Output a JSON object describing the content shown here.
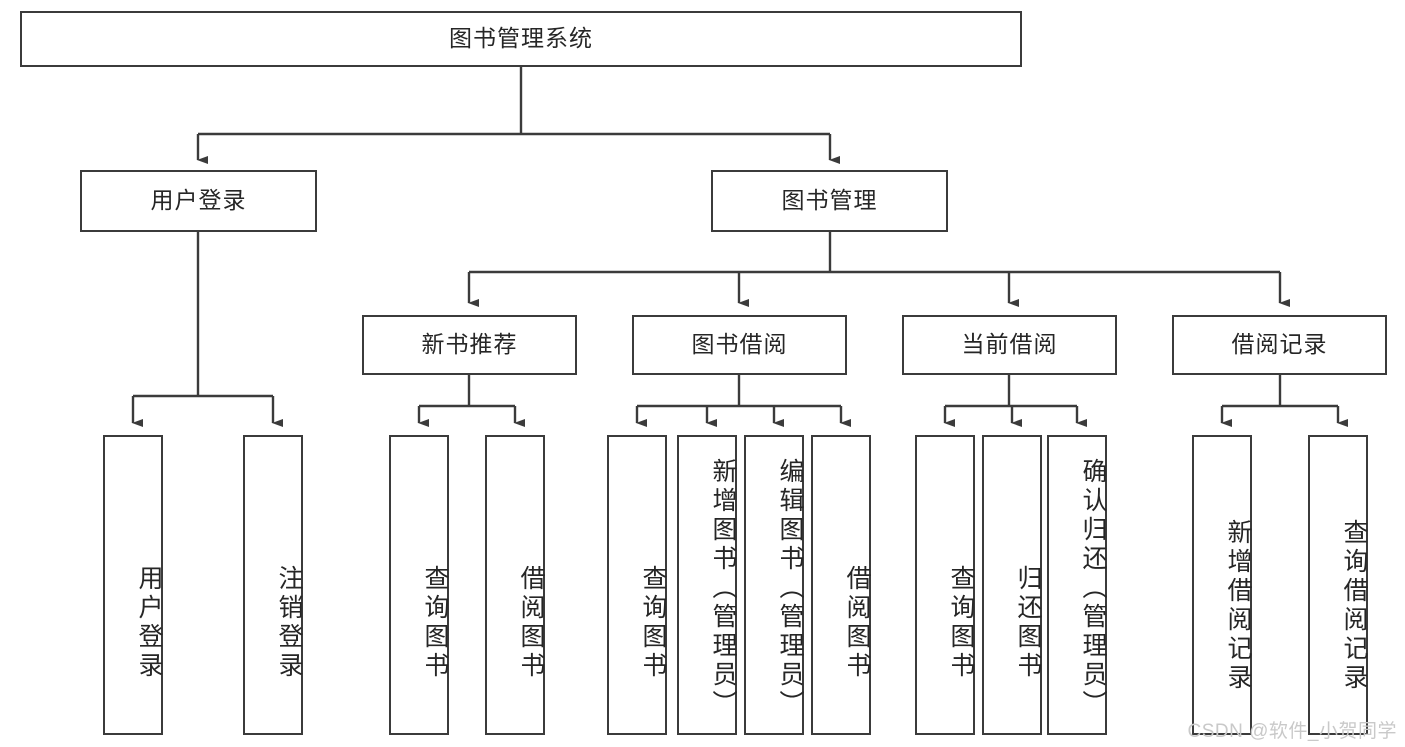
{
  "diagram": {
    "title": "图书管理系统",
    "type": "tree-hierarchy",
    "watermark": "CSDN @软件_小贺同学",
    "colors": {
      "stroke": "#3b3b3b",
      "fill": "#ffffff",
      "text": "#262626",
      "watermark": "#c9c9c9"
    },
    "levels": {
      "root": {
        "label": "图书管理系统"
      },
      "level2": [
        {
          "id": "user-login",
          "label": "用户登录"
        },
        {
          "id": "book-manage",
          "label": "图书管理"
        }
      ],
      "level3": [
        {
          "id": "new-book-recommend",
          "label": "新书推荐"
        },
        {
          "id": "book-borrow",
          "label": "图书借阅"
        },
        {
          "id": "current-borrow",
          "label": "当前借阅"
        },
        {
          "id": "borrow-record",
          "label": "借阅记录"
        }
      ],
      "leaves": [
        {
          "id": "leaf-user-login",
          "label": "用户登录",
          "parent": "user-login"
        },
        {
          "id": "leaf-logout-login",
          "label": "注销登录",
          "parent": "user-login"
        },
        {
          "id": "leaf-query-book-1",
          "label": "查询图书",
          "parent": "new-book-recommend"
        },
        {
          "id": "leaf-borrow-book-1",
          "label": "借阅图书",
          "parent": "new-book-recommend"
        },
        {
          "id": "leaf-query-book-2",
          "label": "查询图书",
          "parent": "book-borrow"
        },
        {
          "id": "leaf-add-book",
          "label": "新增图书（管理员）",
          "parent": "book-borrow"
        },
        {
          "id": "leaf-edit-book",
          "label": "编辑图书（管理员）",
          "parent": "book-borrow"
        },
        {
          "id": "leaf-borrow-book-2",
          "label": "借阅图书",
          "parent": "book-borrow"
        },
        {
          "id": "leaf-query-book-3",
          "label": "查询图书",
          "parent": "current-borrow"
        },
        {
          "id": "leaf-return-book",
          "label": "归还图书",
          "parent": "current-borrow"
        },
        {
          "id": "leaf-confirm-return",
          "label": "确认归还（管理员）",
          "parent": "current-borrow"
        },
        {
          "id": "leaf-add-record",
          "label": "新增借阅记录",
          "parent": "borrow-record"
        },
        {
          "id": "leaf-query-record",
          "label": "查询借阅记录",
          "parent": "borrow-record"
        }
      ]
    }
  }
}
